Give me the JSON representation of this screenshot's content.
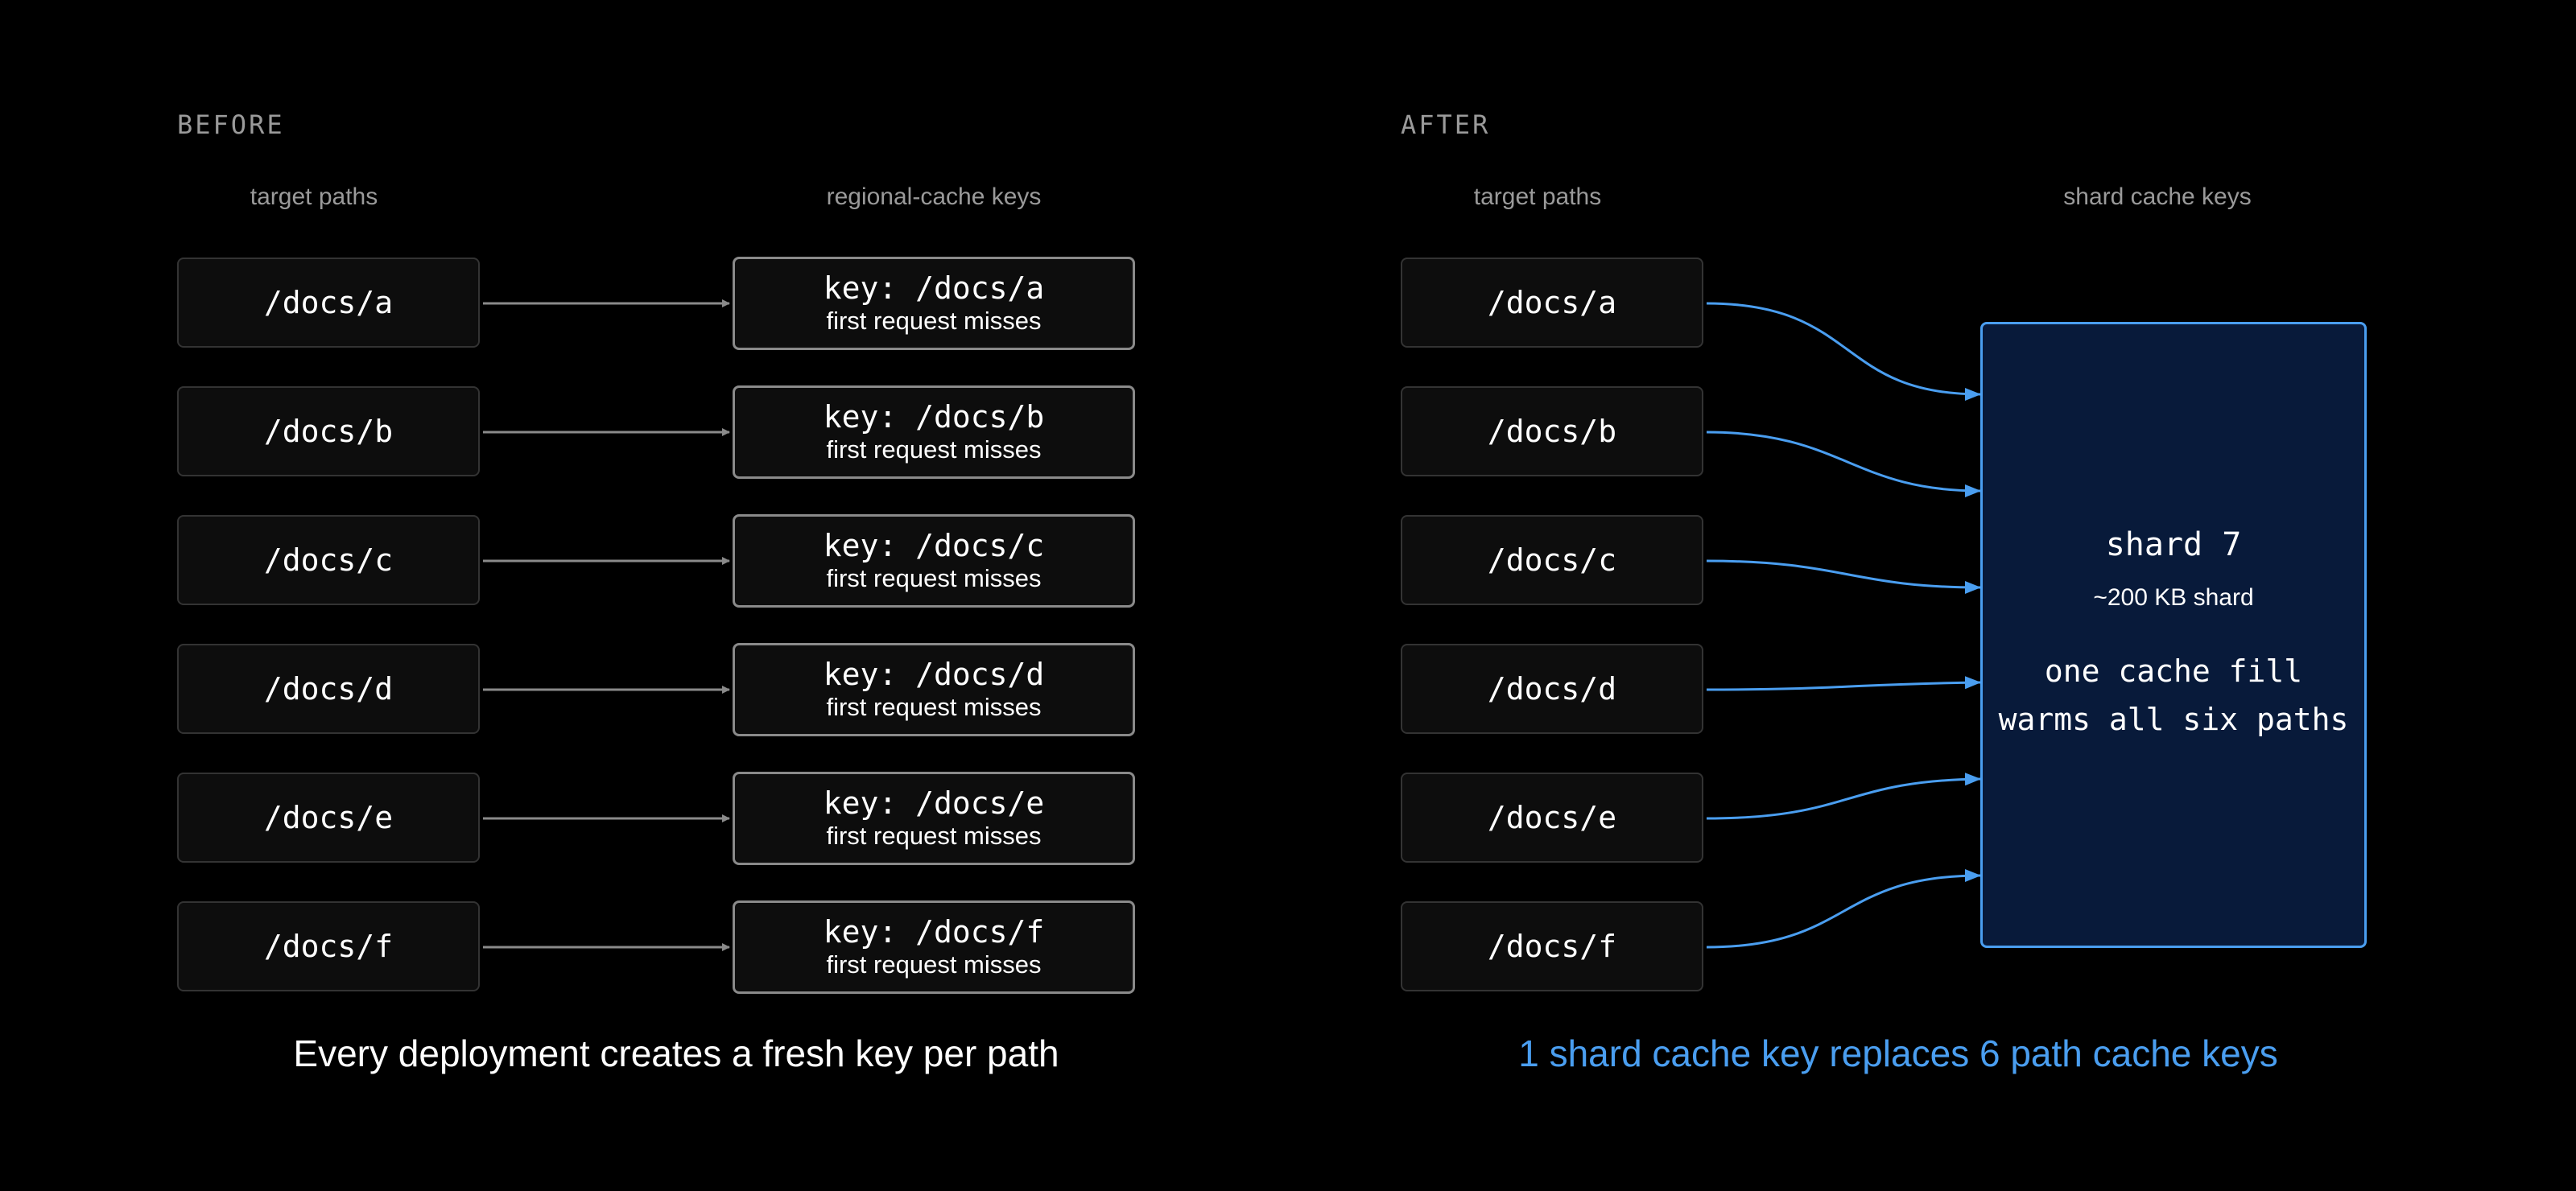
{
  "before": {
    "label": "BEFORE",
    "left_header": "target paths",
    "right_header": "regional-cache keys",
    "paths": [
      "/docs/a",
      "/docs/b",
      "/docs/c",
      "/docs/d",
      "/docs/e",
      "/docs/f"
    ],
    "keys": [
      {
        "key": "key: /docs/a",
        "status": "first request misses"
      },
      {
        "key": "key: /docs/b",
        "status": "first request misses"
      },
      {
        "key": "key: /docs/c",
        "status": "first request misses"
      },
      {
        "key": "key: /docs/d",
        "status": "first request misses"
      },
      {
        "key": "key: /docs/e",
        "status": "first request misses"
      },
      {
        "key": "key: /docs/f",
        "status": "first request misses"
      }
    ],
    "caption": "Every deployment creates a fresh key per path",
    "arrow_color": "#8a8a8a"
  },
  "after": {
    "label": "AFTER",
    "left_header": "target paths",
    "right_header": "shard cache keys",
    "paths": [
      "/docs/a",
      "/docs/b",
      "/docs/c",
      "/docs/d",
      "/docs/e",
      "/docs/f"
    ],
    "shard": {
      "title": "shard 7",
      "size": "~200 KB shard",
      "note_line1": "one cache fill",
      "note_line2": "warms all six paths"
    },
    "caption": "1 shard cache key replaces 6 path cache keys",
    "accent_color": "#4a9ef0"
  }
}
